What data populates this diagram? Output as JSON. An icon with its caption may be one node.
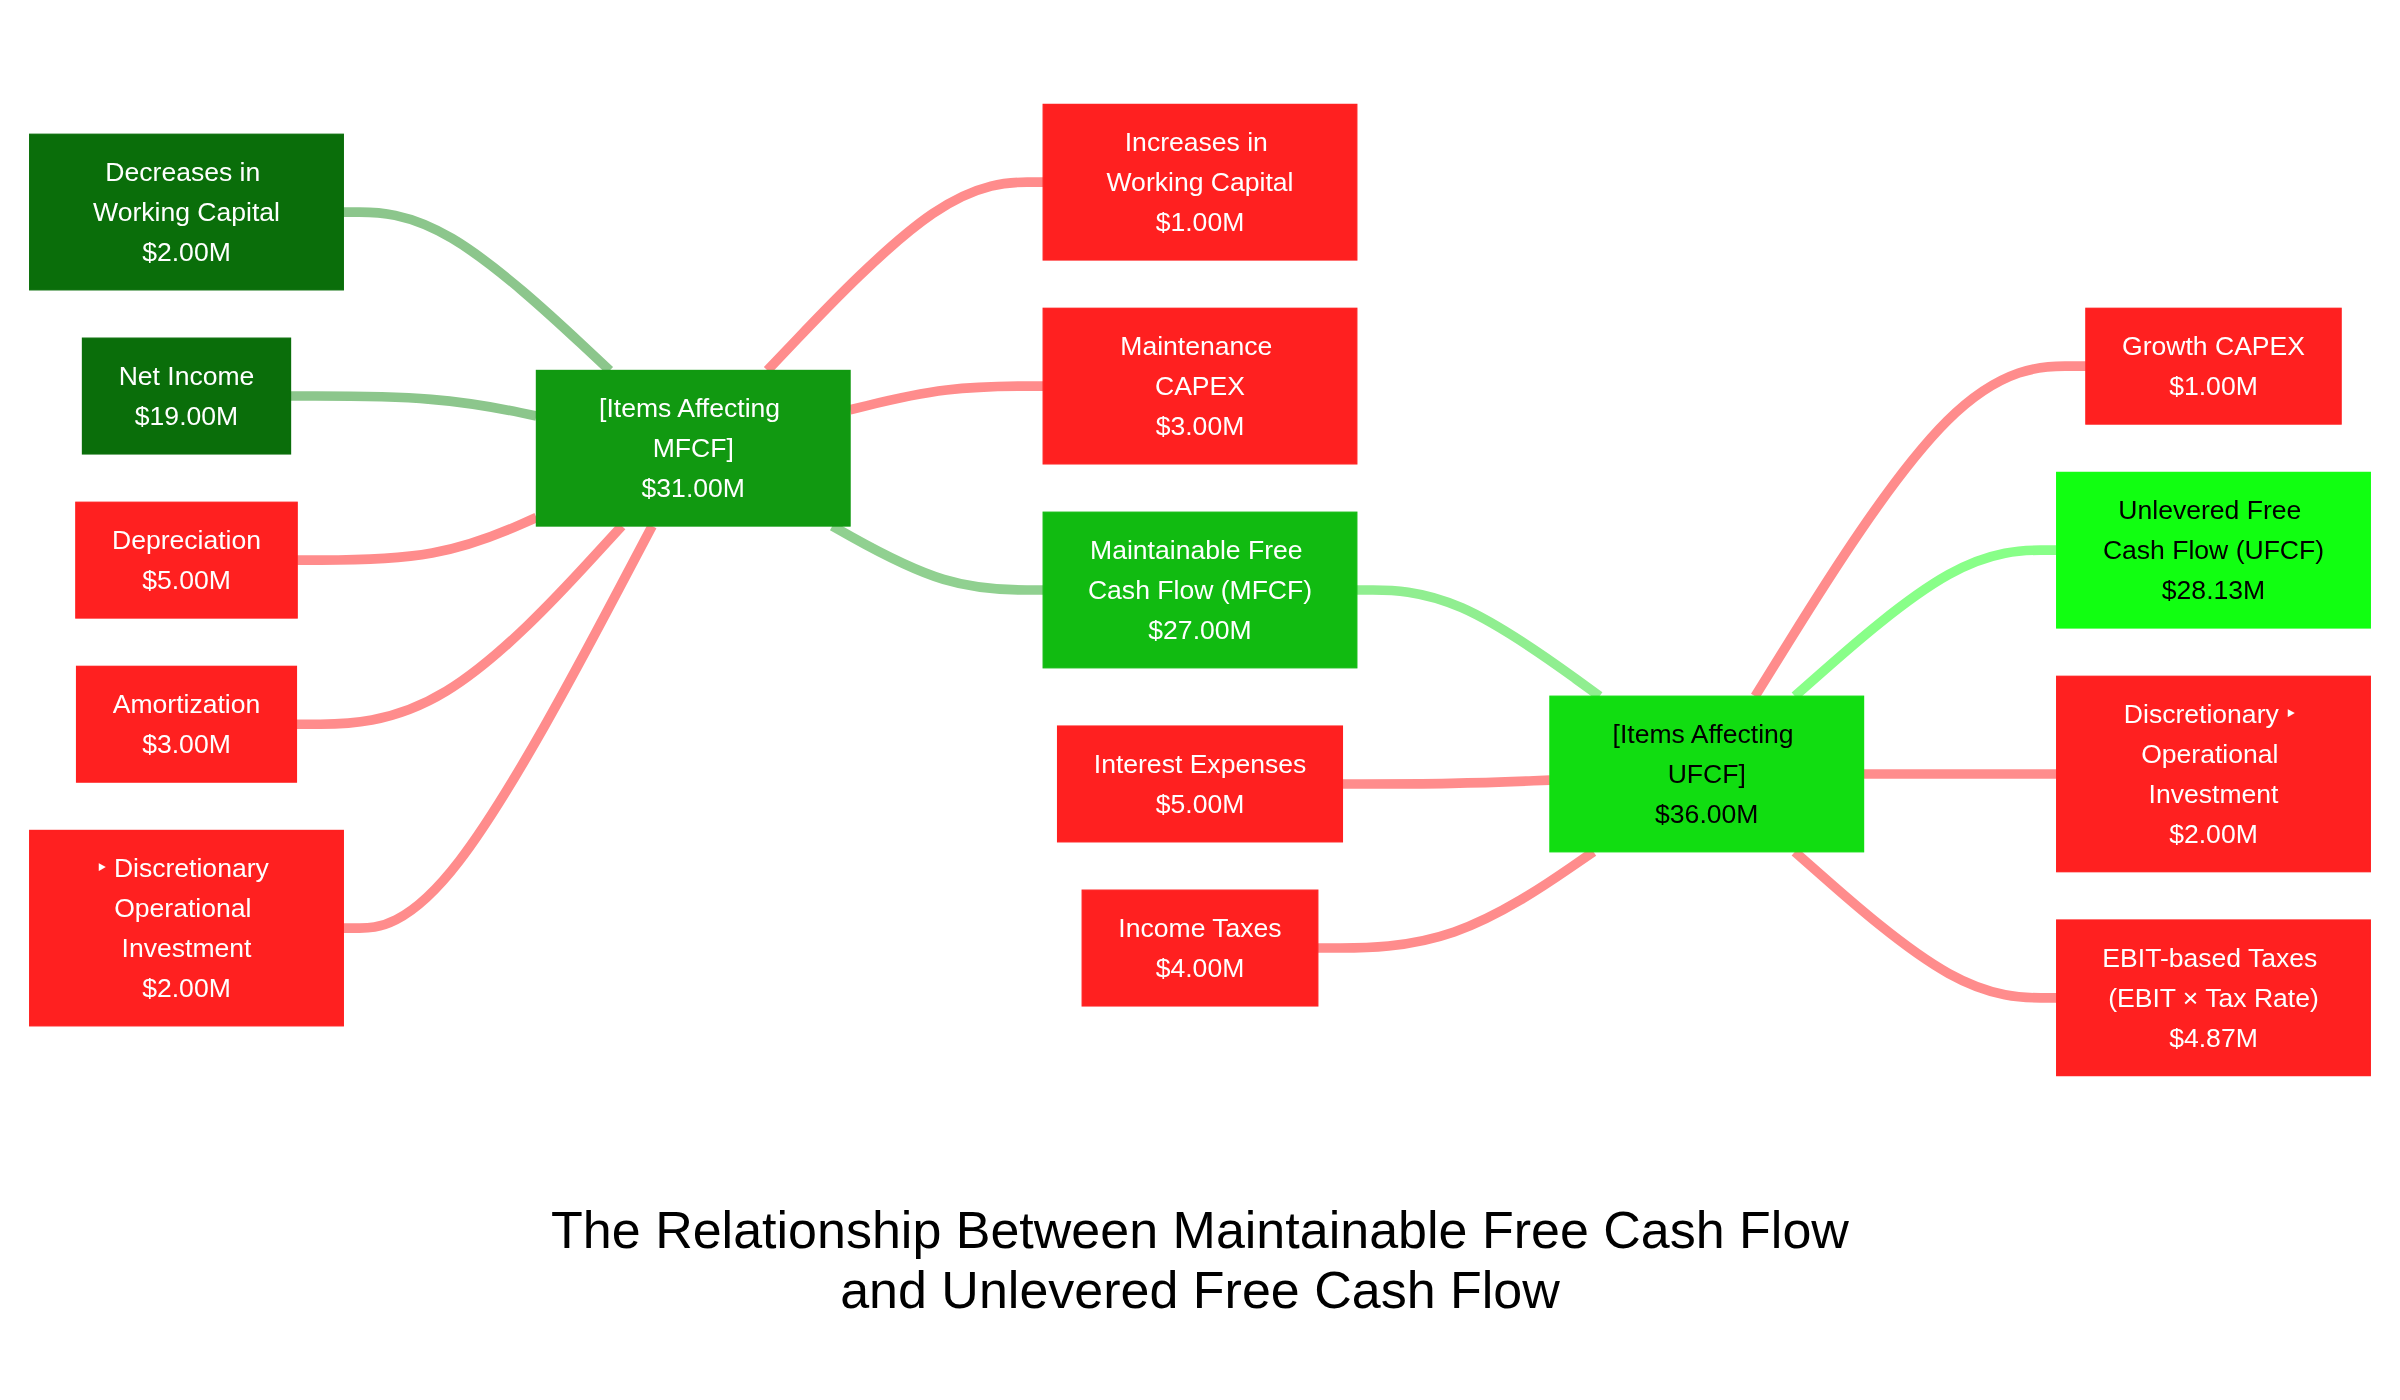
{
  "diagram": {
    "title": "The Relationship Between Maintainable Free Cash Flow and Unlevered Free Cash Flow",
    "nodes": [
      {
        "text": [
          "Decreases in Working Capital",
          "$2.00M"
        ]
      },
      {
        "text": [
          "Net Income",
          "$19.00M"
        ]
      },
      {
        "text": [
          "Depreciation",
          "$5.00M"
        ]
      },
      {
        "text": [
          "Amortization",
          "$3.00M"
        ]
      },
      {
        "text": [
          "‣ Discretionary Operational Investment",
          "$2.00M"
        ]
      },
      {
        "text": [
          "[Items Affecting MFCF]",
          "$31.00M"
        ]
      },
      {
        "text": [
          "Increases in Working Capital",
          "$1.00M"
        ]
      },
      {
        "text": [
          "Maintenance CAPEX",
          "$3.00M"
        ]
      },
      {
        "text": [
          "Maintainable Free Cash Flow (MFCF)",
          "$27.00M"
        ]
      },
      {
        "text": [
          "Interest Expenses",
          "$5.00M"
        ]
      },
      {
        "text": [
          "Income Taxes",
          "$4.00M"
        ]
      },
      {
        "text": [
          "[Items Affecting UFCF]",
          "$36.00M"
        ]
      },
      {
        "text": [
          "Growth CAPEX",
          "$1.00M"
        ]
      },
      {
        "text": [
          "Unlevered Free Cash Flow (UFCF)",
          "$28.13M"
        ]
      },
      {
        "text": [
          "Discretionary ‣ Operational Investment",
          "$2.00M"
        ]
      },
      {
        "text": [
          "EBIT-based Taxes (EBIT × Tax Rate)",
          "$4.87M"
        ]
      }
    ],
    "edges": [
      {
        "from": 0,
        "to": 5,
        "arrow": "none",
        "color": "#8cc68c"
      },
      {
        "from": 1,
        "to": 5,
        "arrow": "none",
        "color": "#8cc68c"
      },
      {
        "from": 2,
        "to": 5,
        "arrow": "none"
      },
      {
        "from": 3,
        "to": 5,
        "arrow": "none"
      },
      {
        "from": 4,
        "to": 5,
        "arrow": "none"
      },
      {
        "from": 5,
        "to": 6,
        "arrow": "none"
      },
      {
        "from": 5,
        "to": 7,
        "arrow": "none"
      },
      {
        "from": 5,
        "to": 8,
        "arrow": "none",
        "color": "#90d090"
      },
      {
        "from": 8,
        "to": 11,
        "arrow": "none",
        "color": "#90ee90"
      },
      {
        "from": 9,
        "to": 11,
        "arrow": "none"
      },
      {
        "from": 10,
        "to": 11,
        "arrow": "none"
      },
      {
        "from": 11,
        "to": 12,
        "arrow": "none"
      },
      {
        "from": 11,
        "to": 13,
        "arrow": "none",
        "color": "#88ff88"
      },
      {
        "from": 11,
        "to": 14,
        "arrow": "none"
      },
      {
        "from": 11,
        "to": 15,
        "arrow": "none"
      }
    ]
  }
}
